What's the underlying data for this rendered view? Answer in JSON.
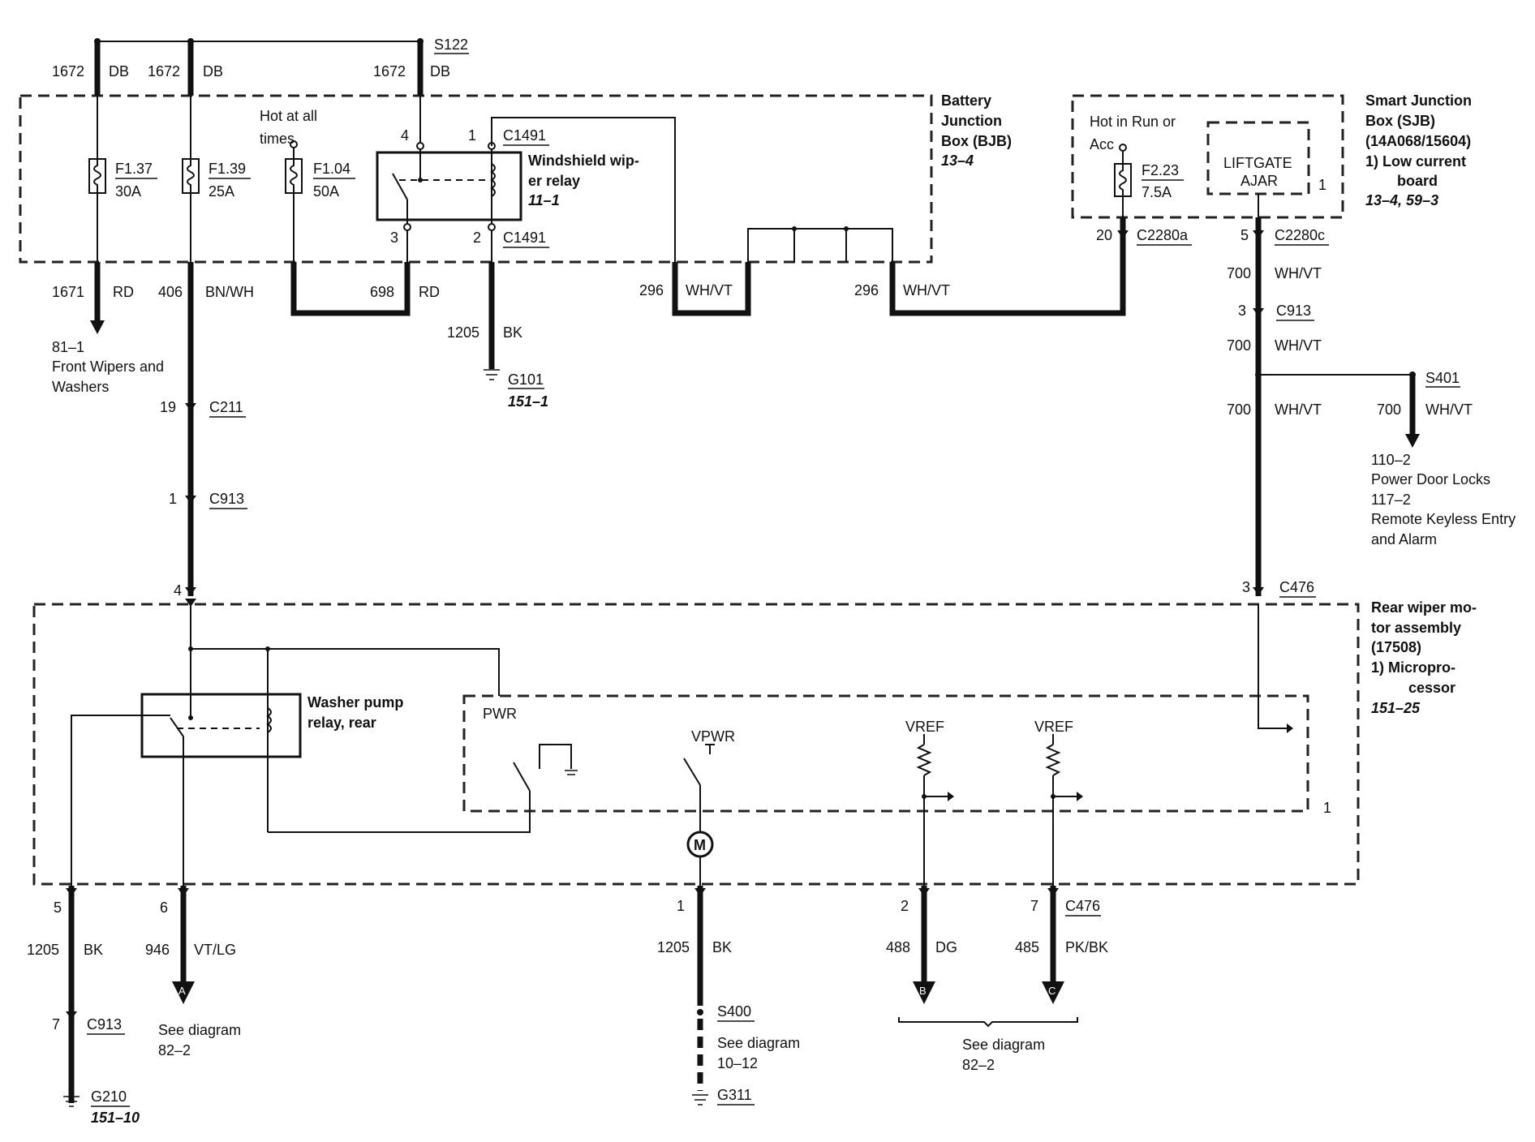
{
  "labels": {
    "w1672a": "1672",
    "c1672a": "DB",
    "w1672b": "1672",
    "c1672b": "DB",
    "w1672c": "1672",
    "c1672c": "DB",
    "s122": "S122",
    "hot_all_1": "Hot at all",
    "hot_all_2": "times",
    "f137": "F1.37",
    "f137a": "30A",
    "f139": "F1.39",
    "f139a": "25A",
    "f104": "F1.04",
    "f104a": "50A",
    "relay_p4": "4",
    "relay_p1": "1",
    "relay_p3": "3",
    "relay_p2": "2",
    "c1491_top": "C1491",
    "c1491_bot": "C1491",
    "ww_relay_1": "Windshield wip-",
    "ww_relay_2": "er relay",
    "ww_relay_ref": "11–1",
    "bjb_1": "Battery",
    "bjb_2": "Junction",
    "bjb_3": "Box (BJB)",
    "bjb_ref": "13–4",
    "hot_run_1": "Hot in Run or",
    "hot_run_2": "Acc",
    "f223": "F2.23",
    "f223a": "7.5A",
    "liftgate_1": "LIFTGATE",
    "liftgate_2": "AJAR",
    "liftgate_pin": "1",
    "sjb_1": "Smart Junction",
    "sjb_2": "Box (SJB)",
    "sjb_3": "(14A068/15604)",
    "sjb_4": "1)   Low current",
    "sjb_5": "board",
    "sjb_ref": "13–4, 59–3",
    "c2280a_pin": "20",
    "c2280a": "C2280a",
    "c2280c_pin": "5",
    "c2280c": "C2280c",
    "w1671": "1671",
    "c1671": "RD",
    "w406": "406",
    "c406": "BN/WH",
    "w698": "698",
    "c698": "RD",
    "w296a": "296",
    "c296a": "WH/VT",
    "w296b": "296",
    "c296b": "WH/VT",
    "w1205a": "1205",
    "c1205a": "BK",
    "g101": "G101",
    "g101_ref": "151–1",
    "ref_811": "81–1",
    "front_1": "Front Wipers and",
    "front_2": "Washers",
    "c211_pin": "19",
    "c211": "C211",
    "c913a_pin": "1",
    "c913a": "C913",
    "w700a": "700",
    "c700a": "WH/VT",
    "c913b_pin": "3",
    "c913b": "C913",
    "w700b": "700",
    "c700b": "WH/VT",
    "s401": "S401",
    "w700c": "700",
    "c700c": "WH/VT",
    "w700d": "700",
    "c700d": "WH/VT",
    "ref_1102": "110–2",
    "pdl": "Power Door Locks",
    "ref_1172": "117–2",
    "rke_1": "Remote Keyless Entry",
    "rke_2": "and Alarm",
    "pin4_left": "4",
    "pin3_right": "3",
    "c476_top": "C476",
    "rear_1": "Rear wiper mo-",
    "rear_2": "tor assembly",
    "rear_3": "(17508)",
    "rear_4": "1)   Micropro-",
    "rear_5": "cessor",
    "rear_ref": "151–25",
    "wp_1": "Washer pump",
    "wp_2": "relay, rear",
    "pwr": "PWR",
    "vpwr": "VPWR",
    "vref1": "VREF",
    "vref2": "VREF",
    "micro_pin": "1",
    "motor": "M",
    "p5": "5",
    "p6": "6",
    "p1": "1",
    "p2": "2",
    "p7": "7",
    "c476_bot": "C476",
    "w1205b": "1205",
    "c1205b": "BK",
    "w946": "946",
    "c946": "VT/LG",
    "w1205c": "1205",
    "c1205c": "BK",
    "w488": "488",
    "c488": "DG",
    "w485": "485",
    "c485": "PK/BK",
    "arrowA": "A",
    "arrowB": "B",
    "arrowC": "C",
    "c913c_pin": "7",
    "c913c": "C913",
    "see_a_1": "See diagram",
    "see_a_2": "82–2",
    "s400": "S400",
    "see_b_1": "See diagram",
    "see_b_2": "10–12",
    "see_c_1": "See diagram",
    "see_c_2": "82–2",
    "g210": "G210",
    "g210_ref": "151–10",
    "g311": "G311"
  }
}
